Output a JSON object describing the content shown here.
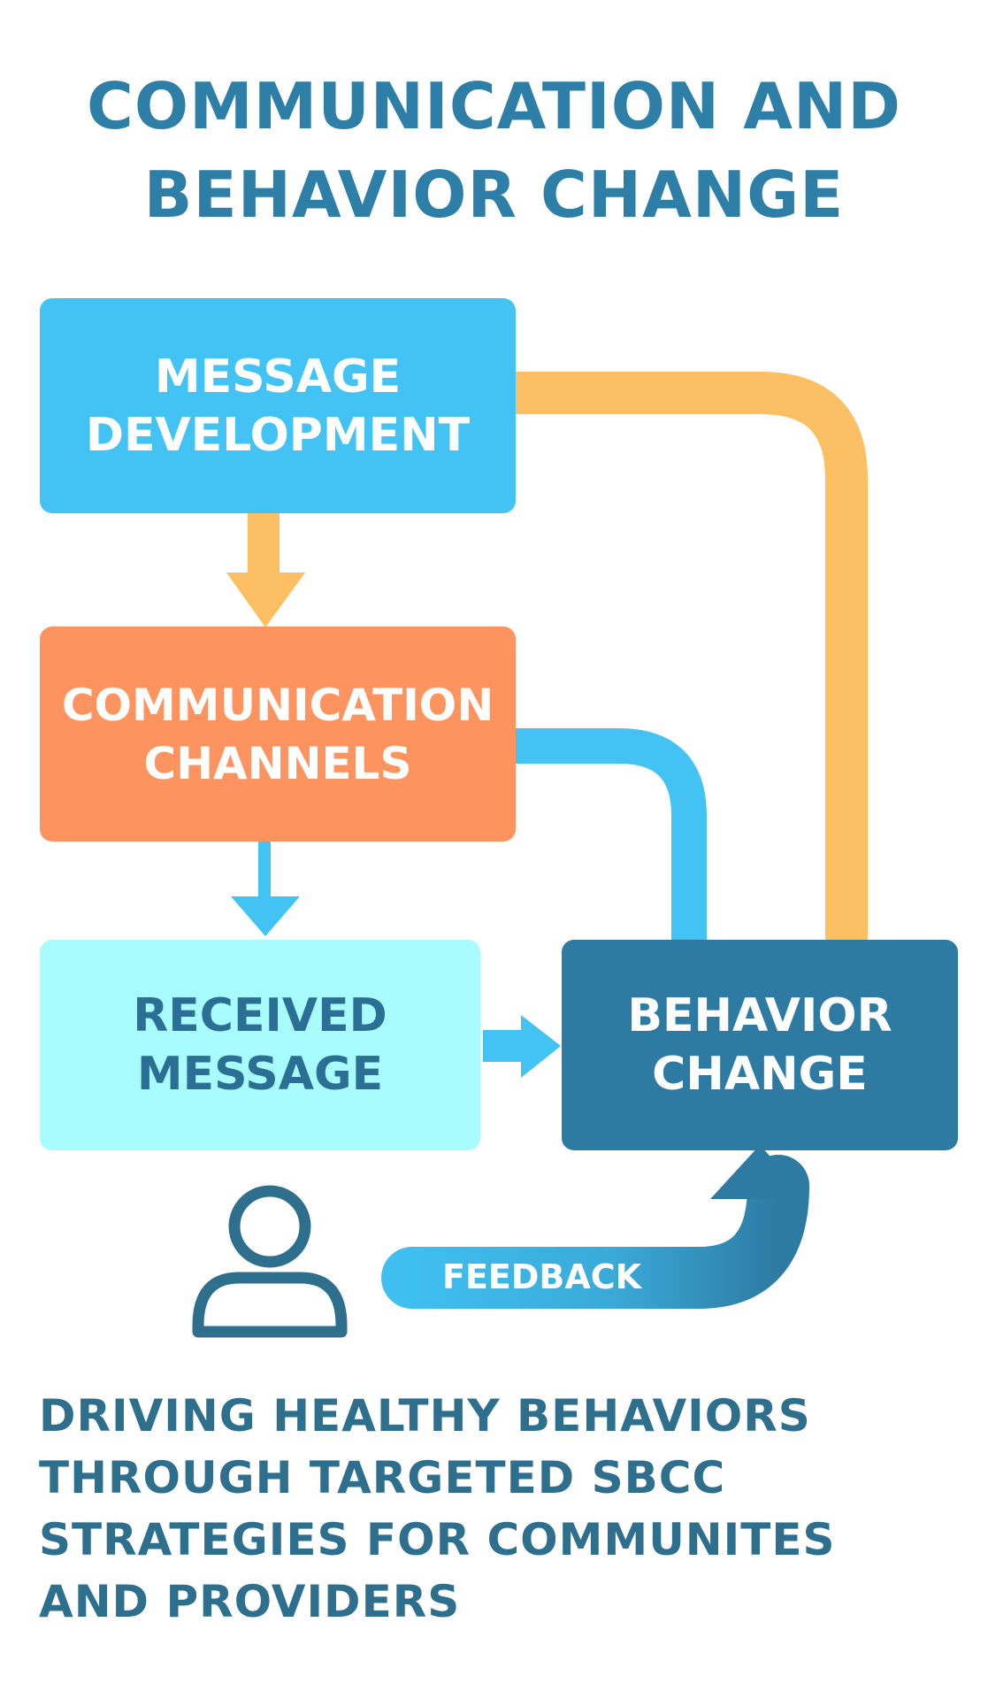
{
  "title": {
    "line1": "COMMUNICATION AND",
    "line2": "BEHAVIOR CHANGE"
  },
  "nodes": {
    "message_development": {
      "line1": "MESSAGE",
      "line2": "DEVELOPMENT"
    },
    "communication_channels": {
      "line1": "COMMUNICATION",
      "line2": "CHANNELS"
    },
    "received_message": {
      "line1": "RECEIVED",
      "line2": "MESSAGE"
    },
    "behavior_change": {
      "line1": "BEHAVIOR",
      "line2": "CHANGE"
    }
  },
  "feedback": {
    "label": "FEEDBACK"
  },
  "tagline": {
    "line1": "DRIVING HEALTHY BEHAVIORS",
    "line2": "THROUGH TARGETED SBCC",
    "line3": "STRATEGIES FOR COMMUNITES",
    "line4": "AND PROVIDERS"
  },
  "colors": {
    "title": "#2e7fa8",
    "message_box": "#42c3f3",
    "channels_box": "#fd9460",
    "received_box": "#a9fcfd",
    "behavior_box": "#2d7ba3",
    "orange_connector": "#fcbf63",
    "blue_connector": "#42c3f3",
    "person_icon": "#2f6f8e"
  }
}
